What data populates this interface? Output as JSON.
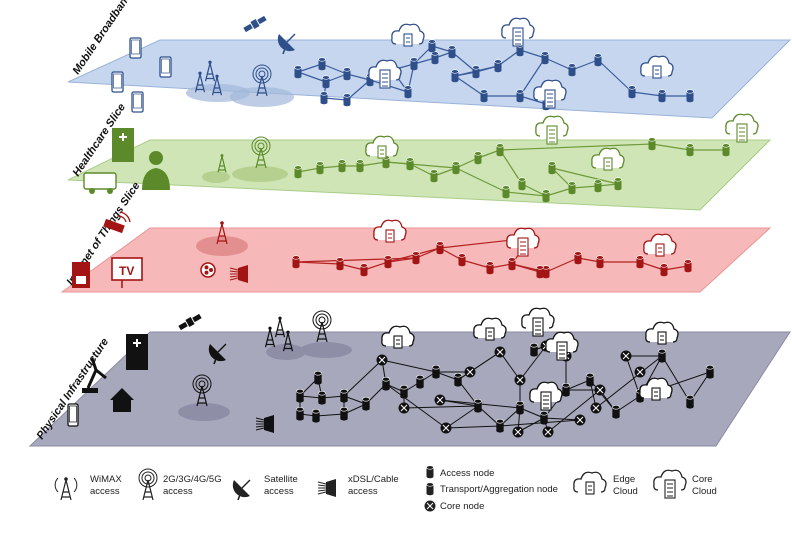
{
  "slices": [
    {
      "label": "Mobile Broadband Slice",
      "fill": "#c5d6ee",
      "stroke": "#9bb3d8",
      "node": "#2f4f8a",
      "link": "#3b5c9c"
    },
    {
      "label": "Healthcare Slice",
      "fill": "#cfe5b6",
      "stroke": "#a9cd88",
      "node": "#5c8a2a",
      "link": "#6f9a3a"
    },
    {
      "label": "Internet of Things Slice",
      "fill": "#f6b8b8",
      "stroke": "#e89696",
      "node": "#a31414",
      "link": "#b52020"
    },
    {
      "label": "Physical Infrastructure",
      "fill": "#a8a8bd",
      "stroke": "#8a8aa3",
      "node": "#111111",
      "link": "#111111"
    }
  ],
  "icons": {
    "mobile": [
      "smartphone-icon",
      "tablet-icon",
      "satellite-icon",
      "satellite-dish-icon",
      "cell-tower-icon"
    ],
    "healthcare": [
      "hospital-icon",
      "ambulance-icon",
      "doctor-icon",
      "cell-tower-icon"
    ],
    "iot": [
      "cctv-camera-icon",
      "tv-icon",
      "coffee-machine-icon",
      "fan-icon",
      "xdsl-icon"
    ],
    "physical": [
      "hospital-icon",
      "robot-arm-icon",
      "house-icon",
      "smartphone-icon",
      "satellite-icon",
      "cell-tower-icon"
    ]
  },
  "legend": {
    "wimax": "WiMAX\naccess",
    "cellular": "2G/3G/4G/5G\naccess",
    "satellite": "Satellite\naccess",
    "xdsl": "xDSL/Cable\naccess",
    "access_node": "Access node",
    "transport_node": "Transport/Aggregation node",
    "core_node": "Core node",
    "edge_cloud": "Edge\nCloud",
    "core_cloud": "Core\nCloud"
  },
  "colors": {
    "layer_border": "#6b6b8a",
    "background": "#ffffff"
  }
}
